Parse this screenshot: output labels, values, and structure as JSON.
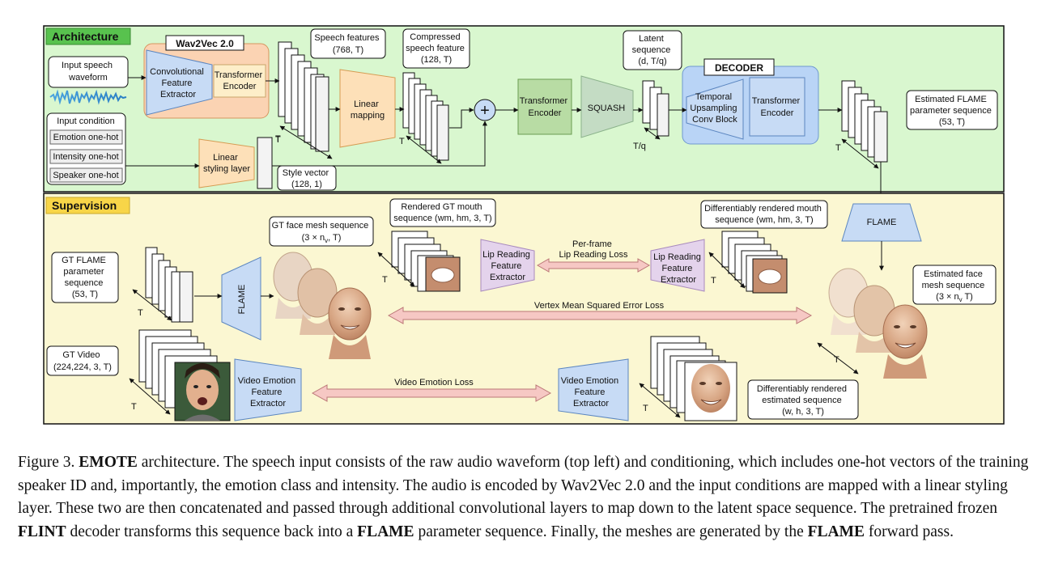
{
  "sections": {
    "architecture": "Architecture",
    "supervision": "Supervision"
  },
  "architecture": {
    "input_speech": [
      "Input speech",
      "waveform"
    ],
    "input_condition": "Input condition",
    "onehots": [
      "Emotion one-hot",
      "Intensity one-hot",
      "Speaker one-hot"
    ],
    "wav2vec": "Wav2Vec 2.0",
    "conv_extractor": [
      "Convolutional",
      "Feature",
      "Extractor"
    ],
    "transformer_encoder": [
      "Transformer",
      "Encoder"
    ],
    "speech_features": [
      "Speech features",
      "(768, T)"
    ],
    "linear_mapping": [
      "Linear",
      "mapping"
    ],
    "compressed": [
      "Compressed",
      "speech feature",
      "(128, T)"
    ],
    "linear_styling": [
      "Linear",
      "styling layer"
    ],
    "style_vector": [
      "Style vector",
      "(128, 1)"
    ],
    "plus": "+",
    "transformer_encoder2": [
      "Transformer",
      "Encoder"
    ],
    "squash": "SQUASH",
    "latent": [
      "Latent",
      "sequence",
      "(d, T/q)"
    ],
    "tq": "T/q",
    "decoder": "DECODER",
    "temporal": [
      "Temporal",
      "Upsampling",
      "Conv Block"
    ],
    "decoder_transformer": [
      "Transformer",
      "Encoder"
    ],
    "estimated_flame": [
      "Estimated FLAME",
      "parameter sequence",
      "(53, T)"
    ],
    "t": "T"
  },
  "supervision": {
    "flame": "FLAME",
    "gt_flame": [
      "GT FLAME",
      "parameter",
      "sequence",
      "(53, T)"
    ],
    "gt_mesh": [
      "GT face mesh sequence",
      "(3 × n",
      "v",
      ", T)"
    ],
    "rendered_gt_mouth": [
      "Rendered GT mouth",
      "sequence (wm, hm, 3, T)"
    ],
    "lip_reading": [
      "Lip Reading",
      "Feature",
      "Extractor"
    ],
    "per_frame_loss": [
      "Per-frame",
      "Lip Reading Loss"
    ],
    "diff_rendered_mouth": [
      "Differentiably rendered mouth",
      "sequence (wm, hm, 3, T)"
    ],
    "estimated_mesh": [
      "Estimated face",
      "mesh sequence",
      "(3 × n",
      "v",
      " T)"
    ],
    "vertex_loss": "Vertex Mean Squared Error Loss",
    "gt_video": [
      "GT Video",
      "(224,224, 3, T)"
    ],
    "video_emotion": [
      "Video Emotion",
      "Feature",
      "Extractor"
    ],
    "video_emotion_loss": "Video Emotion Loss",
    "diff_rendered_est": [
      "Differentiably rendered",
      "estimated sequence",
      "(w, h, 3, T)"
    ],
    "t": "T"
  },
  "caption": {
    "figure_label": "Figure 3.",
    "name": "EMOTE",
    "p1": " architecture. The speech input consists of the raw audio waveform (top left) and conditioning, which includes one-hot vectors of the training speaker ID and, importantly, the emotion class and intensity. The audio is encoded by Wav2Vec 2.0 and the input conditions are mapped with a linear styling layer. These two are then concatenated and passed through additional convolutional layers to map down to the latent space sequence. The pretrained frozen ",
    "flint": "FLINT",
    "p2": " decoder transforms this sequence back into a ",
    "flame1": "FLAME",
    "p3": " parameter sequence. Finally, the meshes are generated by the ",
    "flame2": "FLAME",
    "p4": " forward pass."
  },
  "colors": {
    "architecture_bg": "#d9f7cf",
    "supervision_bg": "#fbf7d2",
    "wav2vec_bg": "#fbd3b3",
    "encoder_blue": "#c7dbf5",
    "mapping_orange": "#fde0b8",
    "encoder_green": "#b8dca4",
    "squash_green": "#c4dcc4",
    "decoder_blue": "#b9d4f6",
    "lip_purple": "#e4d3ec",
    "loss_pink": "#f6c8c4",
    "skin": "#d9a483",
    "label_green": "#58c24e",
    "label_yellow": "#f8d548"
  }
}
